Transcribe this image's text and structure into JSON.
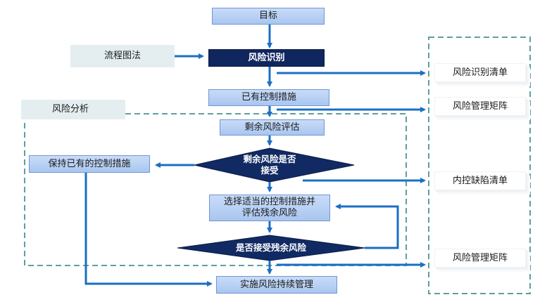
{
  "diagram": {
    "nodes": {
      "goal": "目标",
      "flowchart_method": "流程图法",
      "risk_identification": "风险识别",
      "existing_controls": "已有控制措施",
      "risk_analysis": "风险分析",
      "residual_risk_assessment": "剩余风险评估",
      "accept_residual_risk_line1": "剩余风险是否",
      "accept_residual_risk_line2": "接受",
      "maintain_controls": "保持已有的控制措施",
      "select_controls_line1": "选择适当的控制措施并",
      "select_controls_line2": "评估残余风险",
      "accept_remaining_risk": "是否接受残余风险",
      "implement_risk_management": "实施风险持续管理"
    },
    "outputs": {
      "risk_list": "风险识别清单",
      "risk_matrix_1": "风险管理矩阵",
      "internal_control_deficiencies": "内控缺陷清单",
      "risk_matrix_2": "风险管理矩阵"
    },
    "colors": {
      "arrow": "#1a6fc4",
      "dashed_border": "#5f9ea0",
      "box_fill": "#b5cef2",
      "dark_fill": "#10265e"
    }
  }
}
